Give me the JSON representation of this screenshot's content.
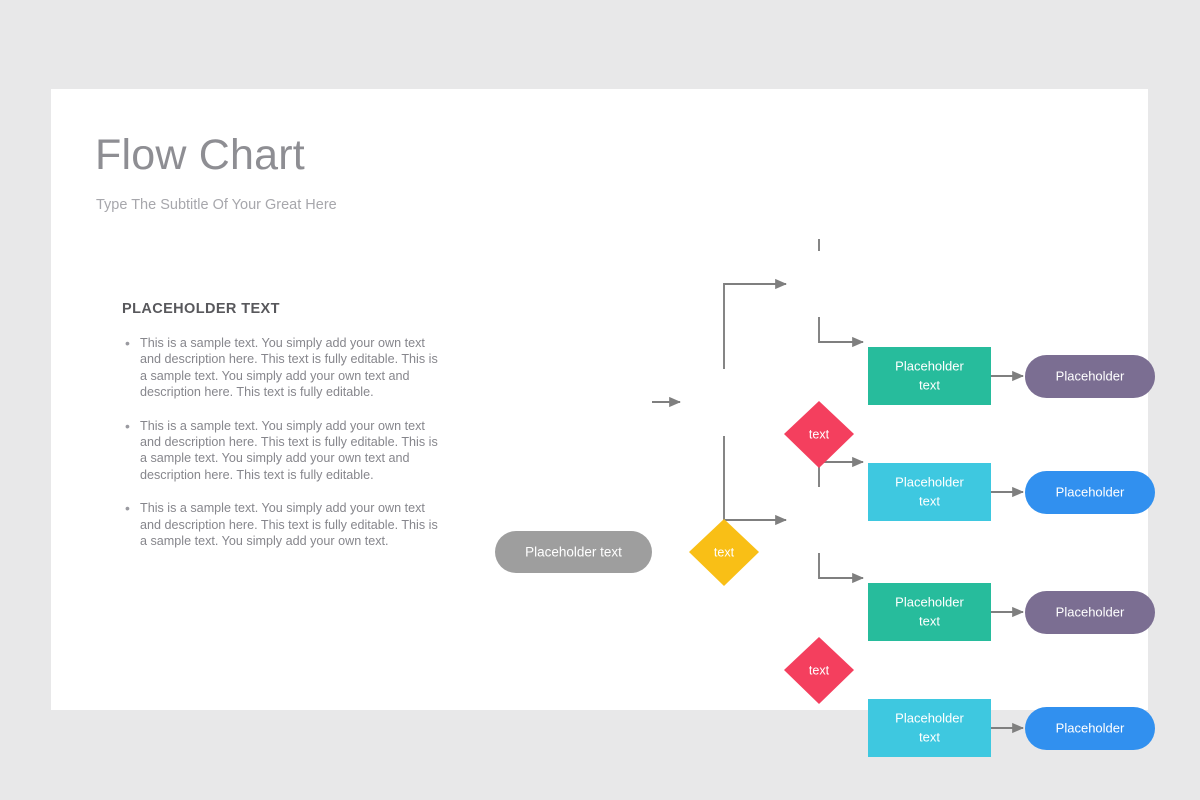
{
  "slide": {
    "title": "Flow Chart",
    "subtitle": "Type The Subtitle Of Your Great Here",
    "background_color": "#e8e8e9",
    "surface_color": "#ffffff"
  },
  "left_panel": {
    "heading": "PLACEHOLDER TEXT",
    "bullet_glyph": "•",
    "bullets": [
      "This is a sample text. You simply add your own text and description here. This text is fully editable. This is a sample text. You simply add your own text and description here. This text is fully editable.",
      "This is a sample text. You simply add your own text and description here. This text is fully editable. This is a sample text. You simply add your own text and description here. This text is fully editable.",
      "This is a sample text. You simply add your own text and description here. This text is fully editable. This is a sample text. You simply add your own text."
    ]
  },
  "chart_data": {
    "type": "diagram",
    "title": "Flow Chart",
    "orientation": "left-to-right",
    "connector_color": "#7f7f7f",
    "nodes": [
      {
        "id": "start",
        "label": "Placeholder text",
        "shape": "rounded-pill",
        "color": "#9e9e9e",
        "level": 0
      },
      {
        "id": "d0",
        "label": "text",
        "shape": "diamond",
        "color": "#f9bf16",
        "level": 1
      },
      {
        "id": "d1-top",
        "label": "text",
        "shape": "diamond",
        "color": "#f43f5e",
        "level": 2
      },
      {
        "id": "d1-bottom",
        "label": "text",
        "shape": "diamond",
        "color": "#f43f5e",
        "level": 2
      },
      {
        "id": "r1",
        "label": "Placeholder text",
        "shape": "rectangle",
        "color": "#27bc9c",
        "level": 3
      },
      {
        "id": "r2",
        "label": "Placeholder text",
        "shape": "rectangle",
        "color": "#3ec8e0",
        "level": 3
      },
      {
        "id": "r3",
        "label": "Placeholder text",
        "shape": "rectangle",
        "color": "#27bc9c",
        "level": 3
      },
      {
        "id": "r4",
        "label": "Placeholder text",
        "shape": "rectangle",
        "color": "#3ec8e0",
        "level": 3
      },
      {
        "id": "p1",
        "label": "Placeholder",
        "shape": "rounded-pill",
        "color": "#7b6e92",
        "level": 4
      },
      {
        "id": "p2",
        "label": "Placeholder",
        "shape": "rounded-pill",
        "color": "#3190ef",
        "level": 4
      },
      {
        "id": "p3",
        "label": "Placeholder",
        "shape": "rounded-pill",
        "color": "#7b6e92",
        "level": 4
      },
      {
        "id": "p4",
        "label": "Placeholder",
        "shape": "rounded-pill",
        "color": "#3190ef",
        "level": 4
      }
    ],
    "edges": [
      {
        "from": "start",
        "to": "d0"
      },
      {
        "from": "d0",
        "to": "d1-top"
      },
      {
        "from": "d0",
        "to": "d1-bottom"
      },
      {
        "from": "d1-top",
        "to": "r1"
      },
      {
        "from": "d1-top",
        "to": "r2"
      },
      {
        "from": "d1-bottom",
        "to": "r3"
      },
      {
        "from": "d1-bottom",
        "to": "r4"
      },
      {
        "from": "r1",
        "to": "p1"
      },
      {
        "from": "r2",
        "to": "p2"
      },
      {
        "from": "r3",
        "to": "p3"
      },
      {
        "from": "r4",
        "to": "p4"
      }
    ],
    "node_labels": {
      "start": "Placeholder text",
      "d0": "text",
      "d1_top": "text",
      "d1_bottom": "text",
      "rect_line1": "Placeholder",
      "rect_line2": "text",
      "pill": "Placeholder"
    }
  }
}
